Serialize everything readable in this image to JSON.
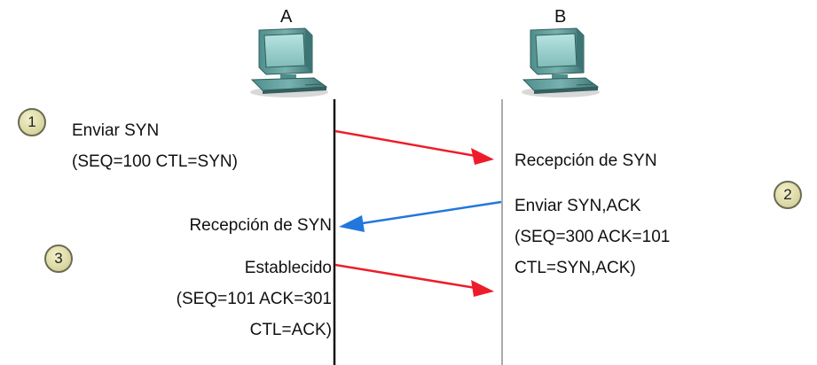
{
  "hosts": {
    "a_label": "A",
    "b_label": "B"
  },
  "steps": [
    {
      "number": "1"
    },
    {
      "number": "2"
    },
    {
      "number": "3"
    }
  ],
  "labels": {
    "a_send_syn_line1": "Enviar SYN",
    "a_send_syn_line2": "(SEQ=100 CTL=SYN)",
    "b_recv_syn": "Recepción de SYN",
    "b_send_synack_line1": "Enviar SYN,ACK",
    "b_send_synack_line2": "(SEQ=300 ACK=101",
    "b_send_synack_line3": "CTL=SYN,ACK)",
    "a_recv_syn": "Recepción de SYN",
    "a_established_line1": "Establecido",
    "a_established_line2": "(SEQ=101 ACK=301",
    "a_established_line3": "CTL=ACK)"
  },
  "colors": {
    "arrow_a_to_b": "#ee1c2a",
    "arrow_b_to_a": "#2277dd",
    "timeline_a": "#111111",
    "timeline_b": "#aaaaaa",
    "computer_body": "#6aa8a8",
    "computer_dark": "#3d7474",
    "computer_screen": "#9fd3d0",
    "badge_fill": "#dedbaa"
  }
}
